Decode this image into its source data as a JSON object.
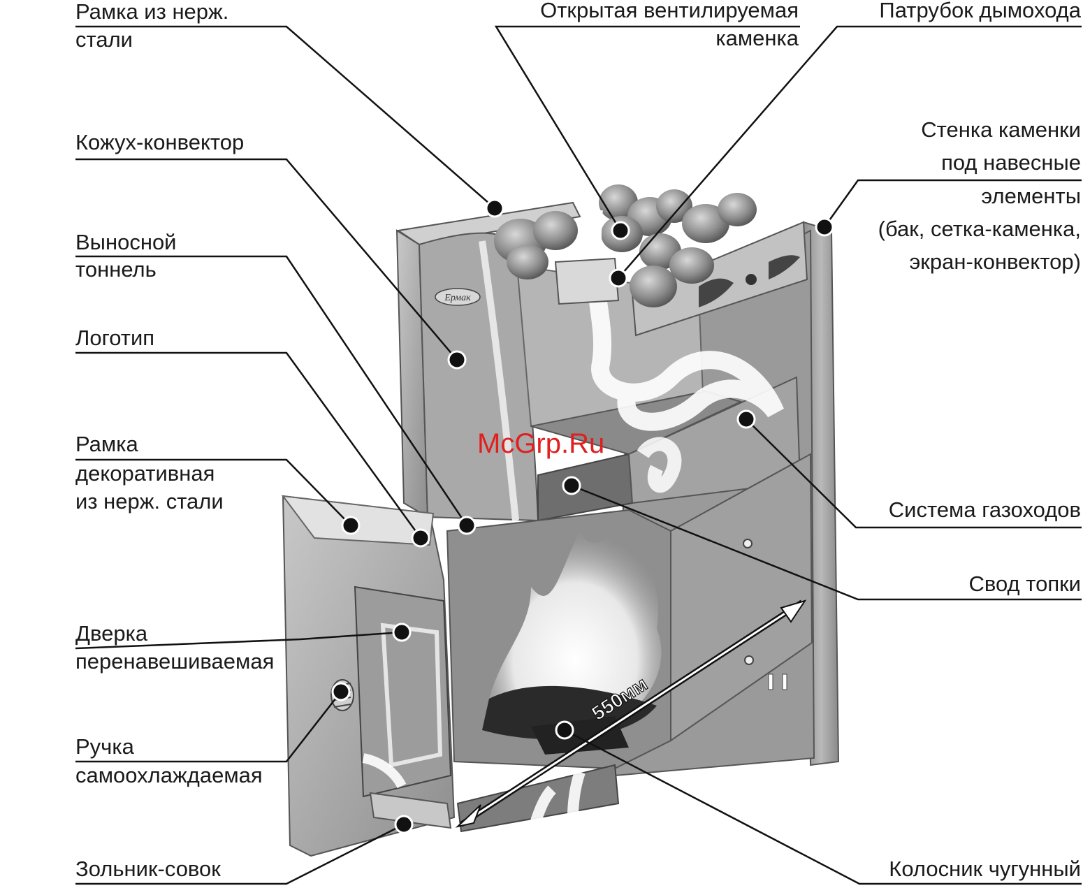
{
  "labels": {
    "frame_steel": [
      "Рамка из нерж.",
      "стали"
    ],
    "convector_casing": [
      "Кожух-конвектор"
    ],
    "remote_tunnel": [
      "Выносной",
      "тоннель"
    ],
    "logo": [
      "Логотип"
    ],
    "decorative_frame": [
      "Рамка",
      "декоративная",
      "из нерж. стали"
    ],
    "door": [
      "Дверка",
      "перенавешиваемая"
    ],
    "handle": [
      "Ручка",
      "самоохлаждаемая"
    ],
    "ash_pan": [
      "Зольник-совок"
    ],
    "open_heater": [
      "Открытая вентилируемая",
      "каменка"
    ],
    "chimney_pipe": [
      "Патрубок дымохода"
    ],
    "heater_wall": [
      "Стенка каменки",
      "под навесные",
      "элементы",
      "(бак, сетка-каменка,",
      "экран-конвектор)"
    ],
    "gas_duct_system": [
      "Система газоходов"
    ],
    "firebox_vault": [
      "Свод топки"
    ],
    "cast_iron_grate": [
      "Колосник чугунный"
    ]
  },
  "dimension": "550мм",
  "logo_text": "Ермак",
  "watermark": "McGrp.Ru"
}
